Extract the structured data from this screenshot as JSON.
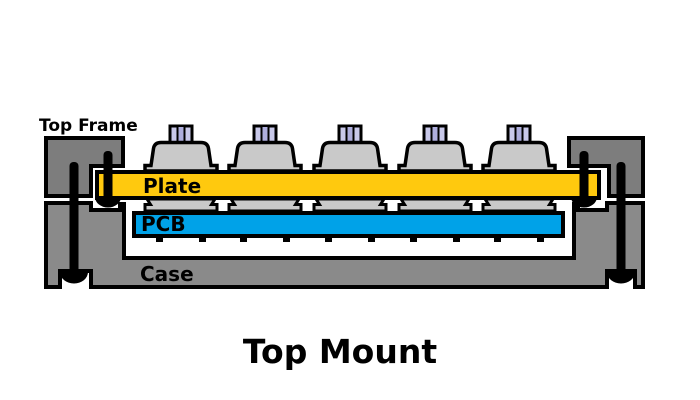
{
  "title": "Top Mount",
  "labels": {
    "top_frame": "Top Frame",
    "plate": "Plate",
    "pcb": "PCB",
    "case": "Case"
  },
  "colors": {
    "background": "#ffffff",
    "outline": "#000000",
    "frame_gray": "#7d7d7d",
    "case_gray": "#8a8a8a",
    "switch_body_gray": "#c9c9c9",
    "stem_lavender": "#c9c9ea",
    "stem_stripe": "#aeaedd",
    "plate_yellow": "#ffc90e",
    "pcb_blue": "#00a2e8",
    "screw_black": "#000000"
  },
  "diagram": {
    "kind": "keyboard-mounting-style-cross-section",
    "mount_style": "Top Mount",
    "layers_top_to_bottom": [
      "Top Frame",
      "Plate",
      "PCB",
      "Case"
    ],
    "switch_count": 5,
    "switch_centers_x": [
      181,
      265,
      350,
      435,
      519
    ],
    "pcb_pin_offset": 21.5,
    "pcb_pin_count": 10,
    "screw_count": 4
  }
}
